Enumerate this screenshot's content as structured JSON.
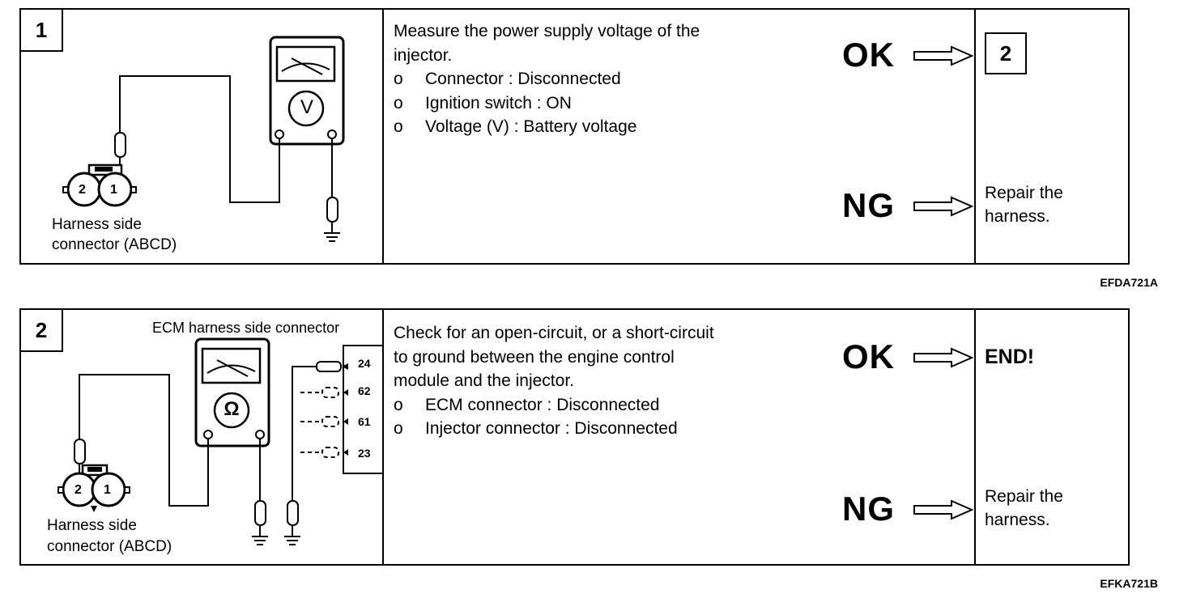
{
  "step1": {
    "number": "1",
    "caption_line1": "Harness side",
    "caption_line2": "connector (ABCD)",
    "meter_symbol": "V",
    "pin_labels": [
      "2",
      "1"
    ],
    "instruction_line1": "Measure the power supply voltage of the",
    "instruction_line2": "injector.",
    "bullets": [
      {
        "marker": "o",
        "text": "Connector : Disconnected"
      },
      {
        "marker": "o",
        "text": "Ignition switch : ON"
      },
      {
        "marker": "o",
        "text": "Voltage (V) : Battery voltage"
      }
    ],
    "ok_label": "OK",
    "ok_result": "2",
    "ng_label": "NG",
    "ng_result_line1": "Repair the",
    "ng_result_line2": "harness.",
    "figure_code": "EFDA721A"
  },
  "step2": {
    "number": "2",
    "ecm_label": "ECM harness side connector",
    "caption_line1": "Harness side",
    "caption_line2": "connector (ABCD)",
    "meter_symbol": "Ω",
    "pin_labels": [
      "2",
      "1"
    ],
    "ecm_pins": [
      "24",
      "62",
      "61",
      "23"
    ],
    "instruction_lines": [
      "Check for an open-circuit, or a short-circuit",
      "to ground between the engine control",
      "module and the injector."
    ],
    "bullets": [
      {
        "marker": "o",
        "text": "ECM connector : Disconnected"
      },
      {
        "marker": "o",
        "text": "Injector connector : Disconnected"
      }
    ],
    "ok_label": "OK",
    "ok_result": "END!",
    "ng_label": "NG",
    "ng_result_line1": "Repair the",
    "ng_result_line2": "harness.",
    "figure_code": "EFKA721B"
  }
}
